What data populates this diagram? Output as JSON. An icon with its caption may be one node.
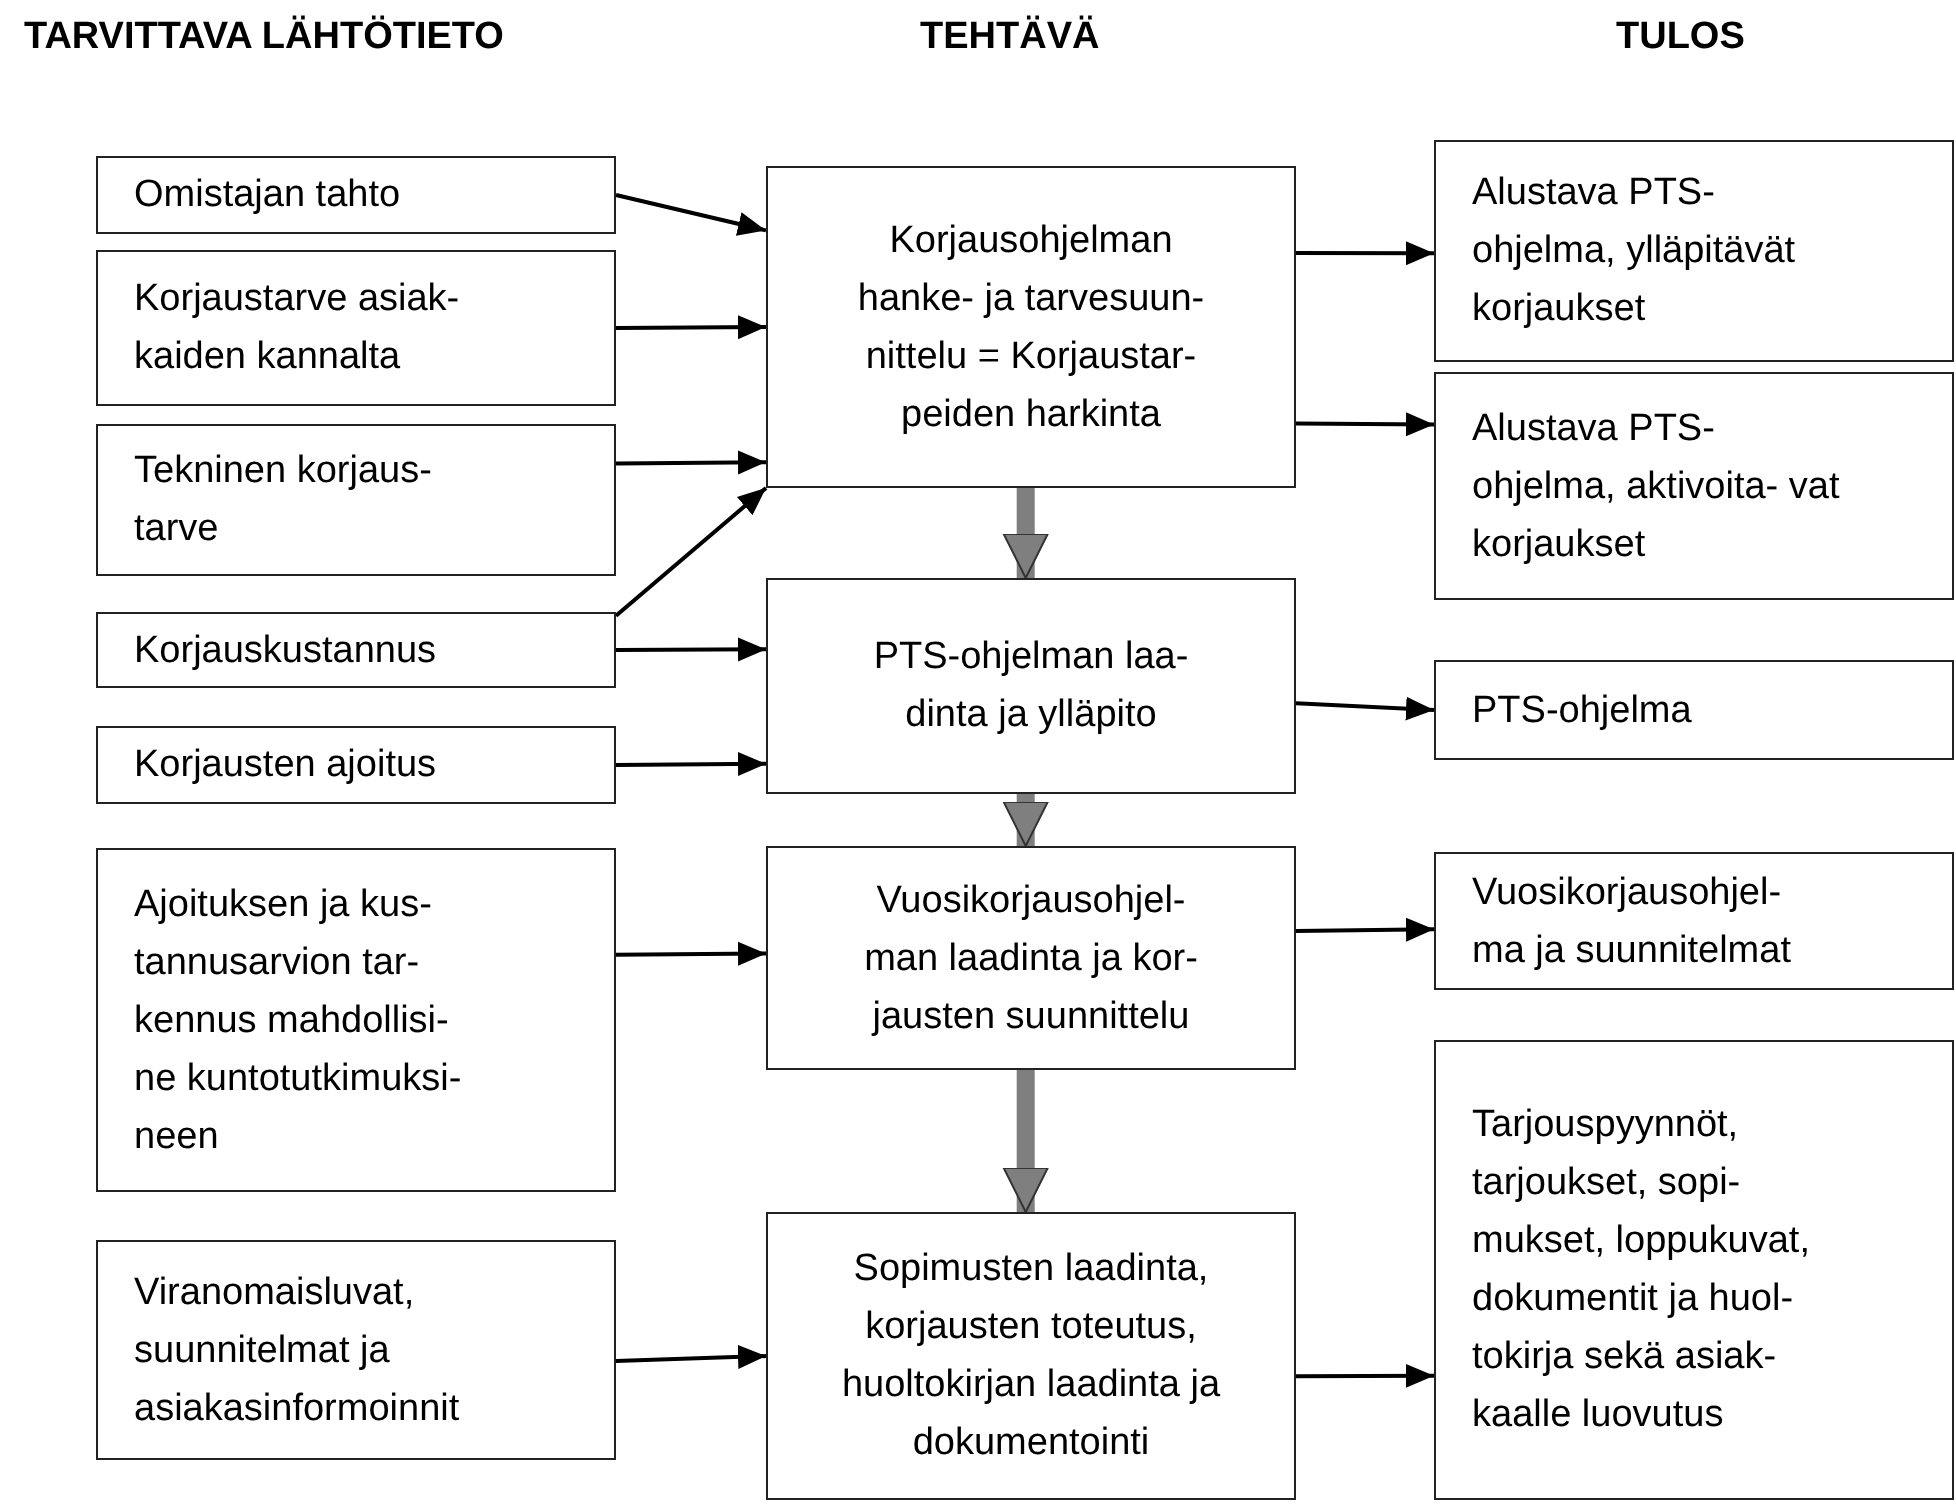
{
  "diagram": {
    "nodes": [
      {
        "text": [
          "Omistajan tahto"
        ]
      },
      {
        "text": [
          "Korjaustarve asiak- kaiden kannalta"
        ]
      },
      {
        "text": [
          "Tekninen korjaus- tarve"
        ]
      },
      {
        "text": [
          "Korjauskustannus"
        ]
      },
      {
        "text": [
          "Korjausten ajoitus"
        ]
      },
      {
        "text": [
          "Ajoituksen ja kus- tannusarvion tar- kennus mahdollisi- ne kuntotutkimuksi- neen"
        ]
      },
      {
        "text": [
          "Viranomaisluvat, suunnitelmat ja asiakasinformoinnit"
        ]
      },
      {
        "text": [
          "Korjausohjelman hanke- ja tarvesuun- nittelu = Korjaustar- peiden harkinta"
        ]
      },
      {
        "text": [
          "PTS-ohjelman laa- dinta ja ylläpito"
        ]
      },
      {
        "text": [
          "Vuosikorjausohjel- man laadinta ja kor- jausten suunnittelu"
        ]
      },
      {
        "text": [
          "Sopimusten laadinta, korjausten toteutus, huoltokirjan laadinta ja dokumentointi"
        ]
      },
      {
        "text": [
          "Alustava PTS- ohjelma, ylläpitävät korjaukset"
        ]
      },
      {
        "text": [
          "Alustava PTS- ohjelma, aktivoita- vat korjaukset"
        ]
      },
      {
        "text": [
          "PTS-ohjelma"
        ]
      },
      {
        "text": [
          "Vuosikorjausohjel- ma ja suunnitelmat"
        ]
      },
      {
        "text": [
          "Tarjouspyynnöt, tarjoukset, sopi- mukset, loppukuvat, dokumentit ja huol- tokirja sekä asiak- kaalle luovutus"
        ]
      }
    ],
    "edges": [
      {
        "from": 0,
        "to": 7,
        "arrow": "to"
      },
      {
        "from": 1,
        "to": 7,
        "arrow": "to"
      },
      {
        "from": 2,
        "to": 7,
        "arrow": "to"
      },
      {
        "from": 3,
        "to": 7,
        "arrow": "to"
      },
      {
        "from": 3,
        "to": 8,
        "arrow": "to"
      },
      {
        "from": 4,
        "to": 8,
        "arrow": "to"
      },
      {
        "from": 5,
        "to": 9,
        "arrow": "to"
      },
      {
        "from": 6,
        "to": 10,
        "arrow": "to"
      },
      {
        "from": 7,
        "to": 8,
        "arrow": "to",
        "style": "thick",
        "color": "#7f7f7f"
      },
      {
        "from": 8,
        "to": 9,
        "arrow": "to",
        "style": "thick",
        "color": "#7f7f7f"
      },
      {
        "from": 9,
        "to": 10,
        "arrow": "to",
        "style": "thick",
        "color": "#7f7f7f"
      },
      {
        "from": 7,
        "to": 11,
        "arrow": "to"
      },
      {
        "from": 7,
        "to": 12,
        "arrow": "to"
      },
      {
        "from": 8,
        "to": 13,
        "arrow": "to"
      },
      {
        "from": 9,
        "to": 14,
        "arrow": "to"
      },
      {
        "from": 10,
        "to": 15,
        "arrow": "to"
      }
    ],
    "labels": [
      "TARVITTAVA LÄHTÖTIETO",
      "TEHTÄVÄ",
      "TULOS"
    ]
  }
}
